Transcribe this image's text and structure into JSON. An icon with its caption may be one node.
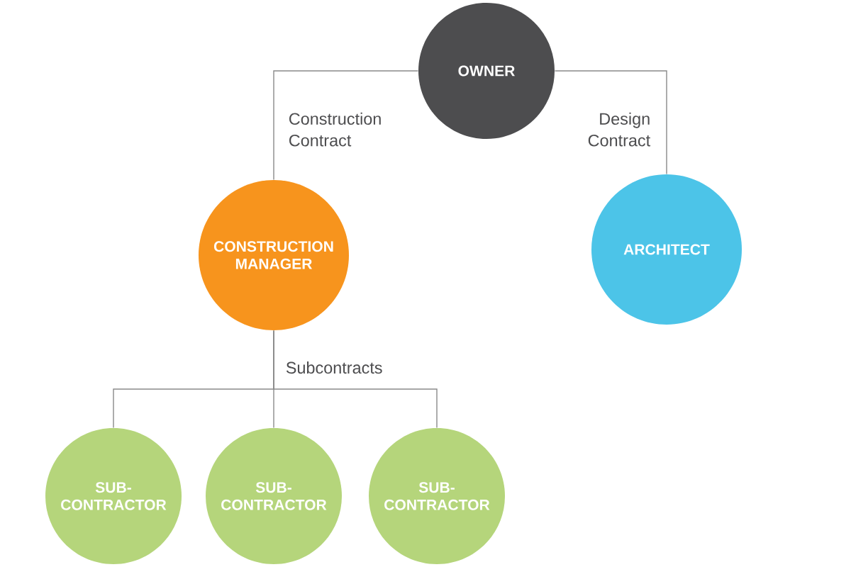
{
  "diagram": {
    "nodes": [
      {
        "text": [
          "OWNER"
        ]
      },
      {
        "text": [
          "CONSTRUCTION MANAGER"
        ]
      },
      {
        "text": [
          "ARCHITECT"
        ]
      },
      {
        "text": [
          "SUB- CONTRACTOR"
        ]
      },
      {
        "text": [
          "SUB- CONTRACTOR"
        ]
      },
      {
        "text": [
          "SUB- CONTRACTOR"
        ]
      }
    ],
    "edges": [
      {
        "from": 0,
        "to": 1,
        "arrow": "none",
        "label": "Construction Contract"
      },
      {
        "from": 0,
        "to": 2,
        "arrow": "none",
        "label": "Design Contract"
      },
      {
        "from": 1,
        "to": 3,
        "arrow": "none"
      },
      {
        "from": 1,
        "to": 4,
        "arrow": "none"
      },
      {
        "from": 1,
        "to": 5,
        "arrow": "none"
      }
    ],
    "labels": [
      "Subcontracts"
    ]
  }
}
